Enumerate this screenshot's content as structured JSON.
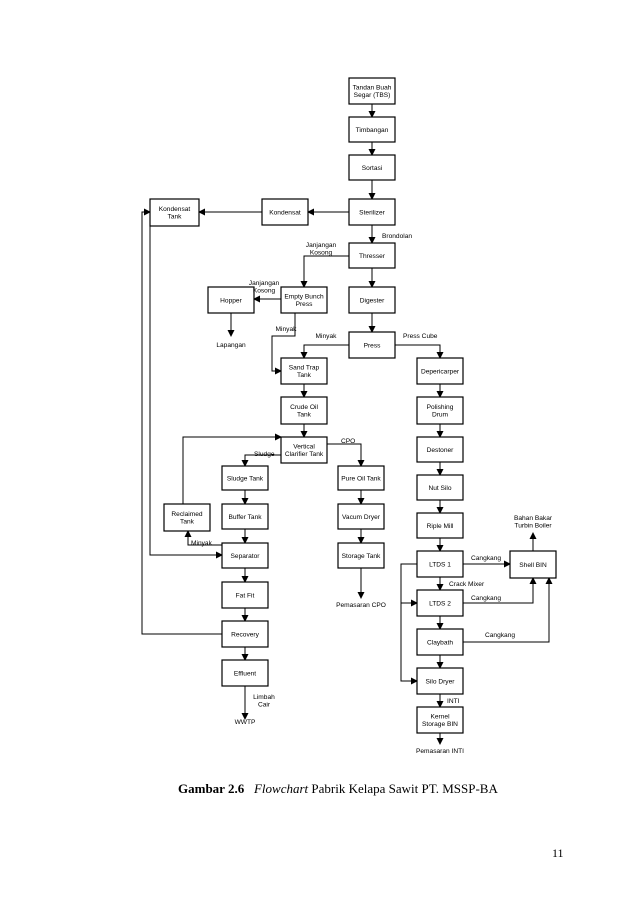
{
  "nodes": [
    {
      "id": "tbs",
      "lines": [
        "Tandan Buah",
        "Segar (TBS)"
      ]
    },
    {
      "id": "timbangan",
      "lines": [
        "Timbangan"
      ]
    },
    {
      "id": "sortasi",
      "lines": [
        "Sortasi"
      ]
    },
    {
      "id": "sterilizer",
      "lines": [
        "Sterilizer"
      ]
    },
    {
      "id": "kondensat",
      "lines": [
        "Kondensat"
      ]
    },
    {
      "id": "kondensat_tank",
      "lines": [
        "Kondensat",
        "Tank"
      ]
    },
    {
      "id": "thresser",
      "lines": [
        "Thresser"
      ]
    },
    {
      "id": "empty_bunch_press",
      "lines": [
        "Empty Bunch",
        "Press"
      ]
    },
    {
      "id": "hopper",
      "lines": [
        "Hopper"
      ]
    },
    {
      "id": "digester",
      "lines": [
        "Digester"
      ]
    },
    {
      "id": "press",
      "lines": [
        "Press"
      ]
    },
    {
      "id": "sand_trap",
      "lines": [
        "Sand Trap",
        "Tank"
      ]
    },
    {
      "id": "crude_oil",
      "lines": [
        "Crude Oil",
        "Tank"
      ]
    },
    {
      "id": "vertical_clarifier",
      "lines": [
        "Vertical",
        "Clarifier Tank"
      ]
    },
    {
      "id": "sludge_tank",
      "lines": [
        "Sludge Tank"
      ]
    },
    {
      "id": "pure_oil",
      "lines": [
        "Pure Oil Tank"
      ]
    },
    {
      "id": "reclaimed",
      "lines": [
        "Reclaimed",
        "Tank"
      ]
    },
    {
      "id": "buffer_tank",
      "lines": [
        "Buffer Tank"
      ]
    },
    {
      "id": "vacum_dryer",
      "lines": [
        "Vacum Dryer"
      ]
    },
    {
      "id": "separator",
      "lines": [
        "Separator"
      ]
    },
    {
      "id": "storage_tank",
      "lines": [
        "Storage Tank"
      ]
    },
    {
      "id": "fat_fit",
      "lines": [
        "Fat Fit"
      ]
    },
    {
      "id": "recovery",
      "lines": [
        "Recovery"
      ]
    },
    {
      "id": "effluent",
      "lines": [
        "Effluent"
      ]
    },
    {
      "id": "depericarper",
      "lines": [
        "Depericarper"
      ]
    },
    {
      "id": "polishing",
      "lines": [
        "Polishing",
        "Drum"
      ]
    },
    {
      "id": "destoner",
      "lines": [
        "Destoner"
      ]
    },
    {
      "id": "nut_silo",
      "lines": [
        "Nut Silo"
      ]
    },
    {
      "id": "riple_mill",
      "lines": [
        "Riple Mill"
      ]
    },
    {
      "id": "ltds1",
      "lines": [
        "LTDS 1"
      ]
    },
    {
      "id": "ltds2",
      "lines": [
        "LTDS 2"
      ]
    },
    {
      "id": "claybath",
      "lines": [
        "Claybath"
      ]
    },
    {
      "id": "silo_dryer",
      "lines": [
        "Silo Dryer"
      ]
    },
    {
      "id": "kernel_storage",
      "lines": [
        "Kernel",
        "Storage BIN"
      ]
    },
    {
      "id": "shell_bin",
      "lines": [
        "Shell BIN"
      ]
    }
  ],
  "labels": [
    {
      "id": "brondolan",
      "lines": [
        "Brondolan"
      ]
    },
    {
      "id": "janjangan1",
      "lines": [
        "Janjangan",
        "Kosong"
      ]
    },
    {
      "id": "janjangan2",
      "lines": [
        "Janjangan",
        "Kosong"
      ]
    },
    {
      "id": "lapangan",
      "lines": [
        "Lapangan"
      ]
    },
    {
      "id": "minyak1",
      "lines": [
        "Minyak"
      ]
    },
    {
      "id": "minyak2",
      "lines": [
        "Minyak"
      ]
    },
    {
      "id": "press_cube",
      "lines": [
        "Press Cube"
      ]
    },
    {
      "id": "cpo",
      "lines": [
        "CPO"
      ]
    },
    {
      "id": "sludge",
      "lines": [
        "Sludge"
      ]
    },
    {
      "id": "minyak3",
      "lines": [
        "Minyak"
      ]
    },
    {
      "id": "pemasaran_cpo",
      "lines": [
        "Pemasaran CPO"
      ]
    },
    {
      "id": "limbah_cair",
      "lines": [
        "Limbah",
        "Cair"
      ]
    },
    {
      "id": "wwtp",
      "lines": [
        "WWTP"
      ]
    },
    {
      "id": "bahan_bakar",
      "lines": [
        "Bahan Bakar",
        "Turbin Boiler"
      ]
    },
    {
      "id": "cangkang1",
      "lines": [
        "Cangkang"
      ]
    },
    {
      "id": "crack_mixer",
      "lines": [
        "Crack Mixer"
      ]
    },
    {
      "id": "cangkang2",
      "lines": [
        "Cangkang"
      ]
    },
    {
      "id": "cangkang3",
      "lines": [
        "Cangkang"
      ]
    },
    {
      "id": "inti",
      "lines": [
        "INTI"
      ]
    },
    {
      "id": "pemasaran_inti",
      "lines": [
        "Pemasaran INTI"
      ]
    }
  ],
  "caption": {
    "prefix": "Gambar 2.6",
    "italic": "Flowchart",
    "rest": " Pabrik Kelapa Sawit PT. MSSP-BA"
  },
  "page_number": "11"
}
